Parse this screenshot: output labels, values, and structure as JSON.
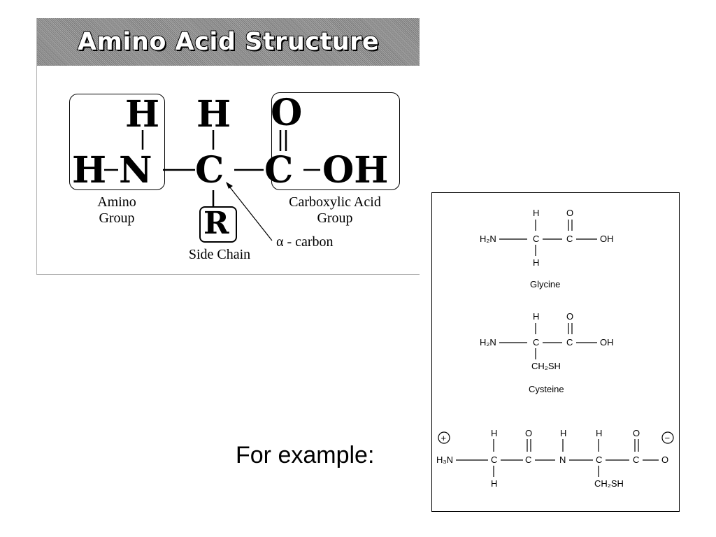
{
  "title": "Amino Acid Structure",
  "structure": {
    "atoms": {
      "h_top_left": "H",
      "h_top_mid": "H",
      "o_top": "O",
      "h_left": "H",
      "n": "N",
      "c_alpha": "C",
      "c_carboxyl": "C",
      "oh": "OH",
      "r": "R"
    },
    "labels": {
      "amino_group": [
        "Amino",
        "Group"
      ],
      "carboxylic_group": [
        "Carboxylic Acid",
        "Group"
      ],
      "side_chain": "Side Chain",
      "alpha_carbon": "α - carbon"
    }
  },
  "examples": {
    "glycine": {
      "name": "Glycine",
      "atoms": {
        "h2n": "H₂N",
        "h_top": "H",
        "o_top": "O",
        "c1": "C",
        "c2": "C",
        "oh": "OH",
        "h_bottom": "H"
      }
    },
    "cysteine": {
      "name": "Cysteine",
      "atoms": {
        "h2n": "H₂N",
        "h_top": "H",
        "o_top": "O",
        "c1": "C",
        "c2": "C",
        "oh": "OH",
        "side": "CH₂SH"
      }
    },
    "dipeptide": {
      "atoms": {
        "plus": "+",
        "minus": "−",
        "h3n": "H₃N",
        "h1": "H",
        "o1": "O",
        "h_n": "H",
        "h2": "H",
        "o2": "O",
        "c1": "C",
        "c2": "C",
        "n": "N",
        "c3": "C",
        "c4": "C",
        "o_end": "O",
        "h_bottom": "H",
        "side": "CH₂SH"
      }
    }
  },
  "example_label": "For example:"
}
